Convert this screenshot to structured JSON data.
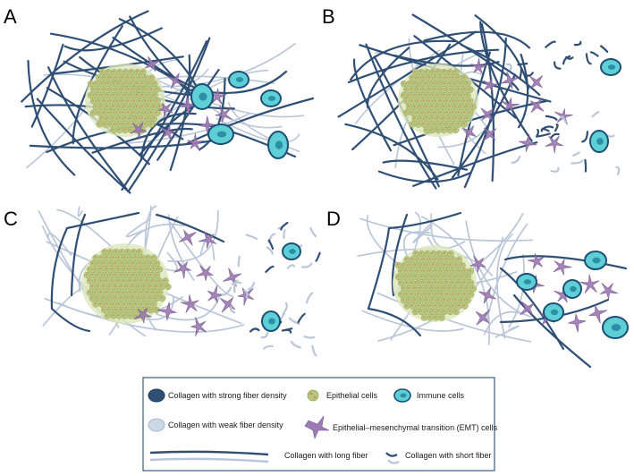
{
  "panels": [
    {
      "label": "A"
    },
    {
      "label": "B"
    },
    {
      "label": "C"
    },
    {
      "label": "D"
    }
  ],
  "legend": {
    "strong_collagen": "Collagen with strong fiber density",
    "weak_collagen": "Collagen with weak fiber density",
    "epithelial": "Epithelial cells",
    "emt": "Epithelial–mesenchymal transition (EMT) cells",
    "immune": "Immune cells",
    "long_fiber": "Collagen with long fiber",
    "short_fiber": "Collagen with short fiber"
  },
  "colors": {
    "strong_fiber": "#2f4f75",
    "weak_fiber": "#b9c6d8",
    "epithelial_fill": "#b8c77a",
    "epithelial_dot": "#cf7f76",
    "emt_cell": "#9c7bb2",
    "immune_fill": "#5fcfd6",
    "immune_outline": "#1d4f77",
    "legend_border": "#3e5a80"
  }
}
